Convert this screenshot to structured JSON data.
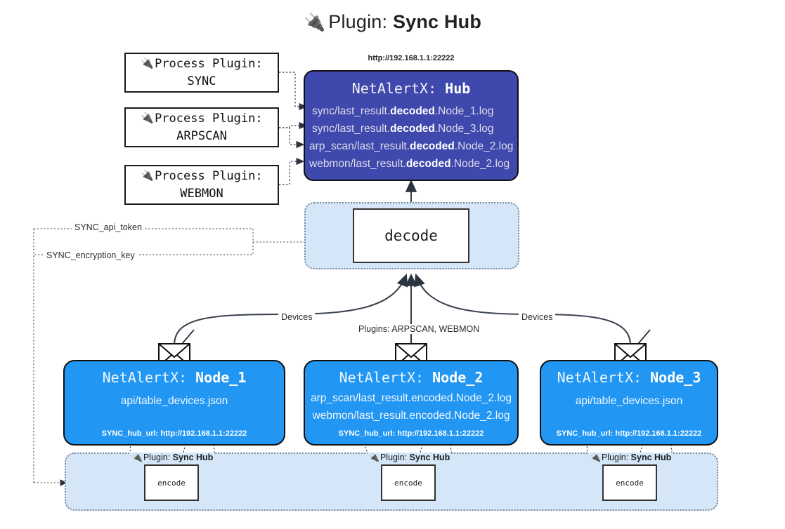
{
  "title": {
    "icon": "plug-icon",
    "prefix": "Plugin:",
    "name": "Sync Hub"
  },
  "process_plugins": [
    {
      "line1": "Process Plugin:",
      "line2": "SYNC"
    },
    {
      "line1": "Process Plugin:",
      "line2": "ARPSCAN"
    },
    {
      "line1": "Process Plugin:",
      "line2": "WEBMON"
    }
  ],
  "hub": {
    "url": "http://192.168.1.1:22222",
    "title_prefix": "NetAlertX:",
    "title_name": "Hub",
    "logs": [
      {
        "pre": "sync/last_result.",
        "strong": "decoded",
        "post": ".Node_1.log"
      },
      {
        "pre": "sync/last_result.",
        "strong": "decoded",
        "post": ".Node_3.log"
      },
      {
        "pre": "arp_scan/last_result.",
        "strong": "decoded",
        "post": ".Node_2.log"
      },
      {
        "pre": "webmon/last_result.",
        "strong": "decoded",
        "post": ".Node_2.log"
      }
    ]
  },
  "decode": {
    "label": "decode"
  },
  "settings": {
    "api_token": "SYNC_api_token",
    "encryption_key": "SYNC_encryption_key"
  },
  "edge_labels": {
    "devices_left": "Devices",
    "devices_right": "Devices",
    "plugins_center": "Plugins: ARPSCAN, WEBMON"
  },
  "nodes": [
    {
      "title_prefix": "NetAlertX:",
      "title_name": "Node_1",
      "lines": [
        "api/table_devices.json"
      ],
      "footer": "SYNC_hub_url: http://192.168.1.1:22222",
      "icon": "envelope-icon"
    },
    {
      "title_prefix": "NetAlertX:",
      "title_name": "Node_2",
      "lines": [
        "arp_scan/last_result.encoded.Node_2.log",
        "webmon/last_result.encoded.Node_2.log"
      ],
      "footer": "SYNC_hub_url: http://192.168.1.1:22222",
      "icon": "envelope-icon"
    },
    {
      "title_prefix": "NetAlertX:",
      "title_name": "Node_3",
      "lines": [
        "api/table_devices.json"
      ],
      "footer": "SYNC_hub_url: http://192.168.1.1:22222",
      "icon": "envelope-icon"
    }
  ],
  "encoders": [
    {
      "tag_prefix": "Plugin:",
      "tag_name": "Sync Hub",
      "label": "encode"
    },
    {
      "tag_prefix": "Plugin:",
      "tag_name": "Sync Hub",
      "label": "encode"
    },
    {
      "tag_prefix": "Plugin:",
      "tag_name": "Sync Hub",
      "label": "encode"
    }
  ],
  "colors": {
    "hub_fill": "#3f48ad",
    "node_fill": "#2196f3",
    "cluster_fill": "#d4e6f8",
    "stroke": "#101010"
  }
}
